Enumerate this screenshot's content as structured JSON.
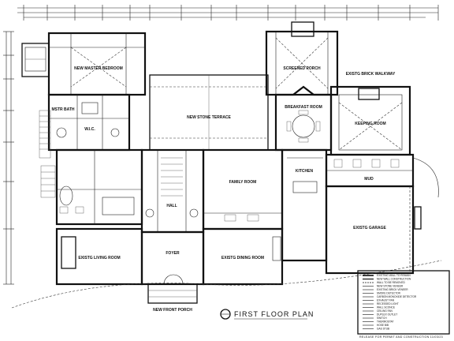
{
  "drawing": {
    "title": "FIRST FLOOR PLAN",
    "footer_note": "RELEASE FOR PERMIT AND CONSTRUCTION 11/03/23"
  },
  "rooms": [
    {
      "key": "master",
      "label": "NEW MASTER BEDROOM"
    },
    {
      "key": "screened",
      "label": "SCREENED PORCH"
    },
    {
      "key": "brick",
      "label": "EXISTG BRICK WALKWAY"
    },
    {
      "key": "stone",
      "label": "NEW STONE TERRACE"
    },
    {
      "key": "breakfast",
      "label": "BREAKFAST ROOM"
    },
    {
      "key": "keeping",
      "label": "KEEPING ROOM"
    },
    {
      "key": "family",
      "label": "FAMILY ROOM"
    },
    {
      "key": "garage",
      "label": "EXISTG GARAGE"
    },
    {
      "key": "living",
      "label": "EXISTG LIVING ROOM"
    },
    {
      "key": "foyer",
      "label": "FOYER"
    },
    {
      "key": "dining",
      "label": "EXISTG DINING ROOM"
    },
    {
      "key": "porch",
      "label": "NEW FRONT PORCH"
    },
    {
      "key": "hall",
      "label": "HALL"
    },
    {
      "key": "bath",
      "label": "MSTR BATH"
    },
    {
      "key": "closet",
      "label": "W.I.C."
    },
    {
      "key": "kitchen",
      "label": "KITCHEN"
    },
    {
      "key": "mud",
      "label": "MUD"
    }
  ],
  "legend": {
    "items": [
      "EXISTING WALL TO REMAIN",
      "NEW WALL CONSTRUCTION",
      "WALL TO BE REMOVED",
      "NEW STONE VENEER",
      "EXISTING BRICK VENEER",
      "SMOKE DETECTOR",
      "CARBON MONOXIDE DETECTOR",
      "EXHAUST FAN",
      "RECESSED LIGHT",
      "WALL SCONCE",
      "CEILING FAN",
      "DUPLEX OUTLET",
      "SWITCH",
      "THERMOSTAT",
      "HOSE BIB",
      "GAS STUB"
    ]
  }
}
